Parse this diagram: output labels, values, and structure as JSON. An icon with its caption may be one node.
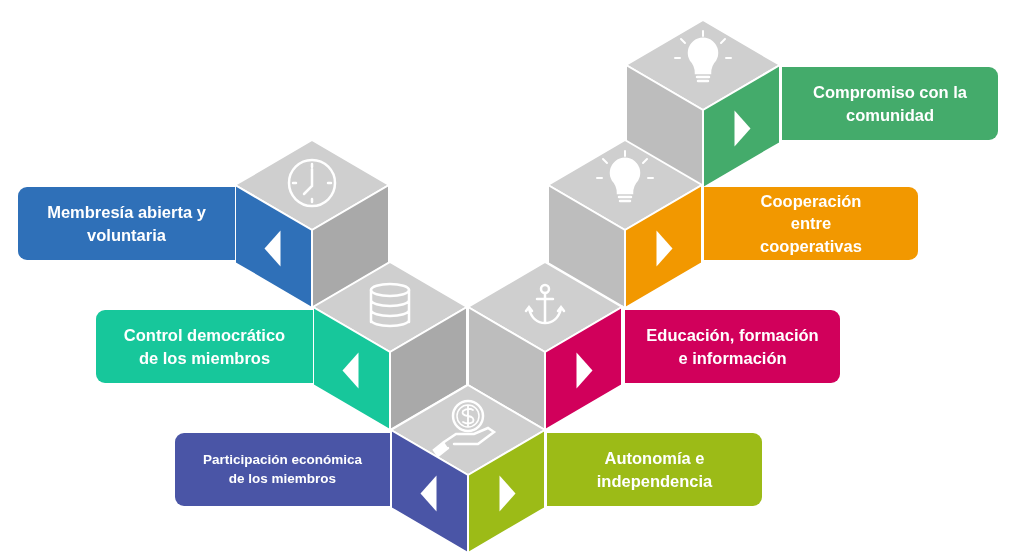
{
  "diagram": {
    "nodes": [
      {
        "text": [
          "Membresía abierta y voluntaria"
        ]
      },
      {
        "text": [
          "Control democrático de los miembros"
        ]
      },
      {
        "text": [
          "Participación económica de los miembros"
        ]
      },
      {
        "text": [
          "Autonomía e independencia"
        ]
      },
      {
        "text": [
          "Educación, formación e información"
        ]
      },
      {
        "text": [
          "Cooperación entre cooperativas"
        ]
      },
      {
        "text": [
          "Compromiso con la comunidad"
        ]
      }
    ]
  }
}
